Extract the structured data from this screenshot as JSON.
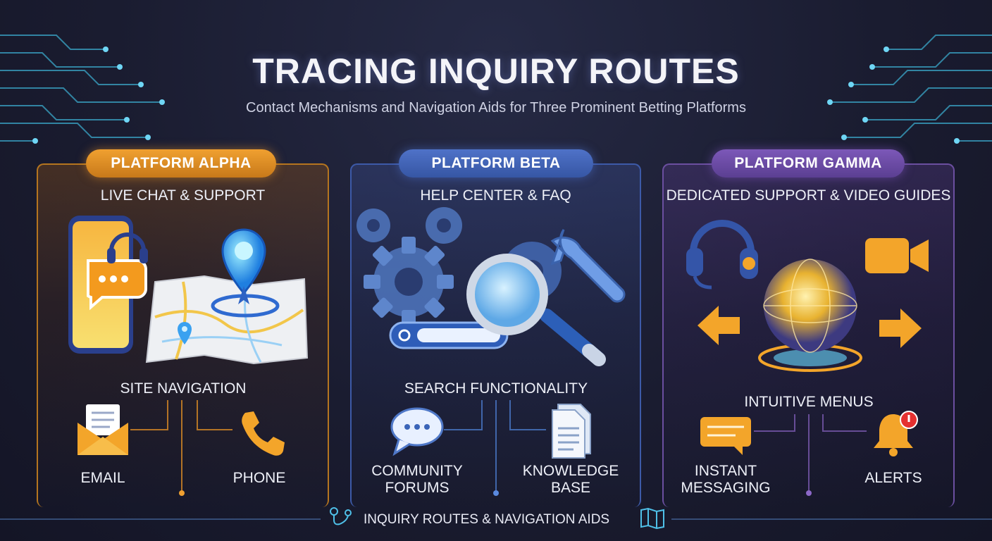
{
  "title": "TRACING INQUIRY ROUTES",
  "subtitle": "Contact Mechanisms and Navigation Aids for Three Prominent Betting Platforms",
  "platforms": {
    "alpha": {
      "badge": "PLATFORM ALPHA",
      "heading": "LIVE CHAT & SUPPORT",
      "mid_label": "SITE NAVIGATION",
      "item_left": "EMAIL",
      "item_right": "PHONE",
      "accent": "#f0a030"
    },
    "beta": {
      "badge": "PLATFORM BETA",
      "heading": "HELP CENTER & FAQ",
      "mid_label": "SEARCH FUNCTIONALITY",
      "item_left": "COMMUNITY FORUMS",
      "item_right": "KNOWLEDGE BASE",
      "accent": "#4f72c8"
    },
    "gamma": {
      "badge": "PLATFORM GAMMA",
      "heading": "DEDICATED SUPPORT & VIDEO GUIDES",
      "mid_label": "INTUITIVE MENUS",
      "item_left": "INSTANT MESSAGING",
      "item_right": "ALERTS",
      "accent": "#7c58b8"
    }
  },
  "footer": "INQUIRY ROUTES & NAVIGATION AIDS",
  "icons": [
    "circuit-decoration",
    "smartphone-chat-icon",
    "headset-icon",
    "map-pin-icon",
    "map-icon",
    "email-icon",
    "phone-icon",
    "gears-icon",
    "magnifier-icon",
    "search-bar-icon",
    "wrench-icon",
    "forum-bubble-icon",
    "document-icon",
    "globe-icon",
    "video-camera-icon",
    "arrow-left-icon",
    "arrow-right-icon",
    "message-icon",
    "bell-icon",
    "route-icon",
    "folded-map-icon"
  ]
}
